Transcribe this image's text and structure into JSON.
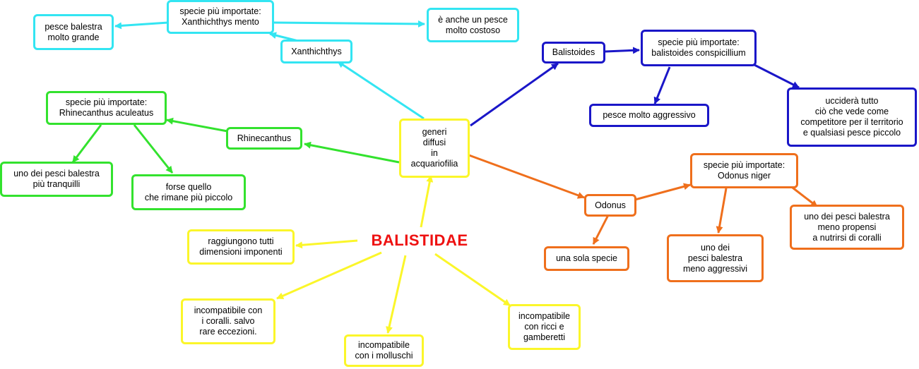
{
  "title": "BALISTIDAE",
  "colors": {
    "cyan": "#33e5f2",
    "blue": "#1a16c8",
    "green": "#33e22e",
    "orange": "#ef6f1c",
    "yellow": "#fbf62a",
    "title": "#ee1111"
  },
  "nodes": {
    "generi": "generi\ndiffusi\nin\nacquariofilia",
    "xanthichthys": "Xanthichthys",
    "xanth_species": "specie più importate:\nXanthichthys mento",
    "xanth_big": "pesce balestra\nmolto grande",
    "xanth_costly": "è anche un pesce\nmolto costoso",
    "balistoides": "Balistoides",
    "bal_species": "specie più importate:\nbalistoides conspicillium",
    "bal_aggressive": "pesce molto aggressivo",
    "bal_kill": "ucciderà tutto\nciò che vede come\ncompetitore per il territorio\ne qualsiasi pesce piccolo",
    "rhinecanthus": "Rhinecanthus",
    "rhin_species": "specie più importate:\nRhinecanthus aculeatus",
    "rhin_calm": "uno dei pesci balestra\npiù tranquilli",
    "rhin_small": "forse quello\nche rimane più piccolo",
    "odonus": "Odonus",
    "odo_species": "specie più importate:\nOdonus niger",
    "odo_single": "una sola specie",
    "odo_less_aggr": "uno dei\npesci balestra\nmeno aggressivi",
    "odo_corals": "uno dei pesci balestra\nmeno propensi\na nutrirsi di coralli",
    "dimensions": "raggiungono tutti\ndimensioni imponenti",
    "corals": "incompatibile con\ni coralli. salvo\nrare eccezioni.",
    "molluscs": "incompatibile\ncon i molluschi",
    "urchins": "incompatibile\ncon ricci e\ngamberetti"
  }
}
